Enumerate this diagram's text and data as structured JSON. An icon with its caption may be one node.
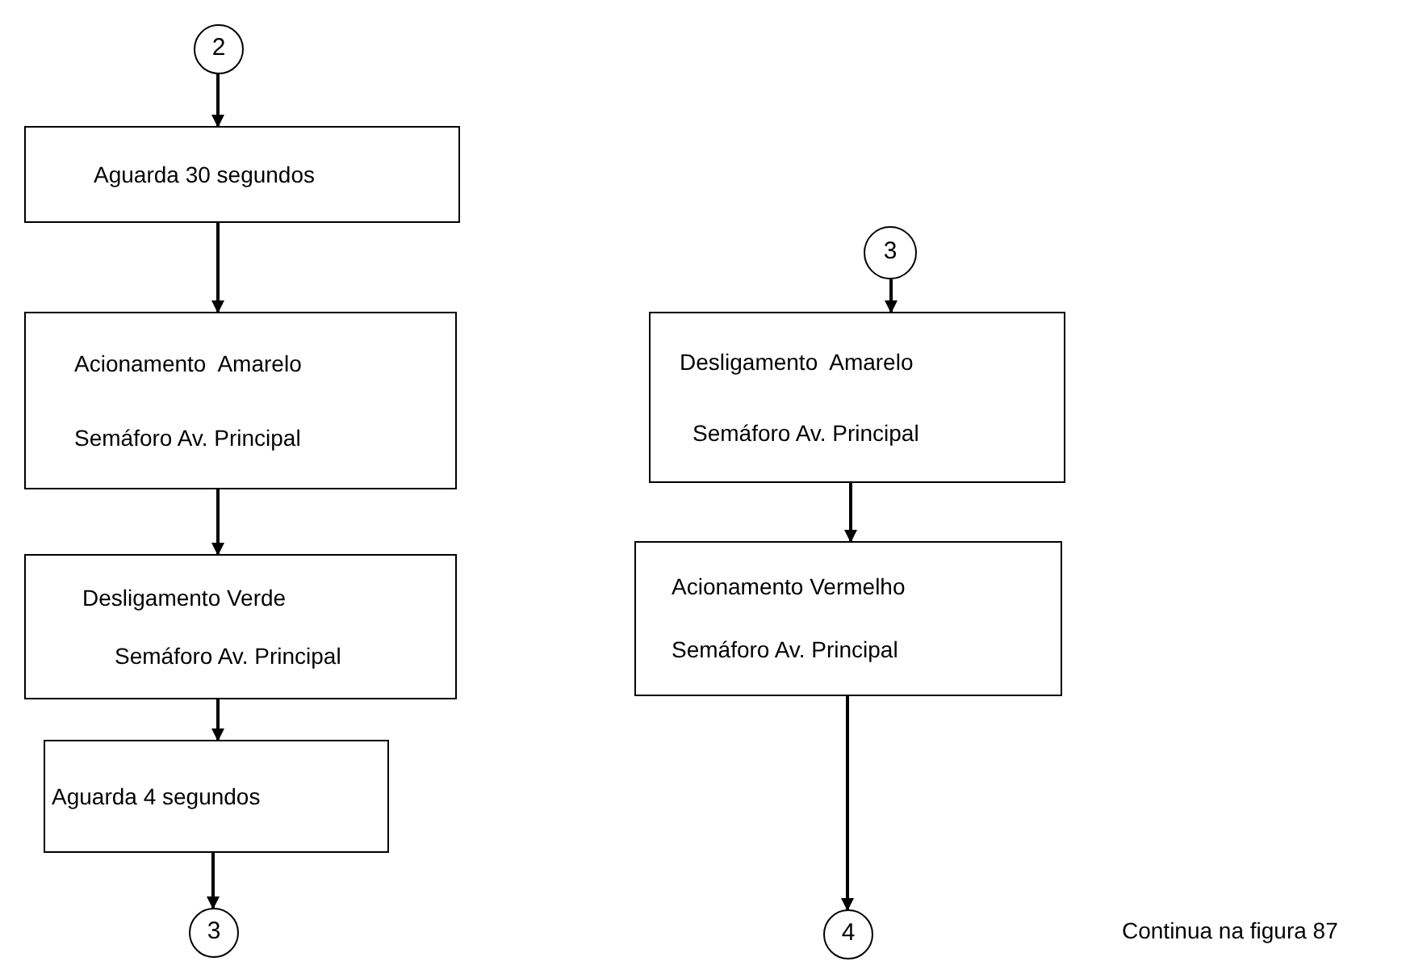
{
  "diagram": {
    "nodes": [
      {
        "text": [
          "2"
        ]
      },
      {
        "text": [
          "Aguarda 30 segundos"
        ]
      },
      {
        "text": [
          "Acionamento  Amarelo",
          "Semáforo Av. Principal"
        ]
      },
      {
        "text": [
          "Desligamento Verde",
          "Semáforo Av. Principal"
        ]
      },
      {
        "text": [
          "Aguarda 4 segundos"
        ]
      },
      {
        "text": [
          "3"
        ]
      },
      {
        "text": [
          "3"
        ]
      },
      {
        "text": [
          "Desligamento  Amarelo",
          "Semáforo Av. Principal"
        ]
      },
      {
        "text": [
          "Acionamento Vermelho",
          "Semáforo Av. Principal"
        ]
      },
      {
        "text": [
          "4"
        ]
      }
    ],
    "edges": [
      {
        "from": 0,
        "to": 1,
        "arrow": "to"
      },
      {
        "from": 1,
        "to": 2,
        "arrow": "to"
      },
      {
        "from": 2,
        "to": 3,
        "arrow": "to"
      },
      {
        "from": 3,
        "to": 4,
        "arrow": "to"
      },
      {
        "from": 4,
        "to": 5,
        "arrow": "to"
      },
      {
        "from": 6,
        "to": 7,
        "arrow": "to"
      },
      {
        "from": 7,
        "to": 8,
        "arrow": "to"
      },
      {
        "from": 8,
        "to": 9,
        "arrow": "to"
      }
    ],
    "labels": [
      "Continua na figura 87"
    ]
  }
}
